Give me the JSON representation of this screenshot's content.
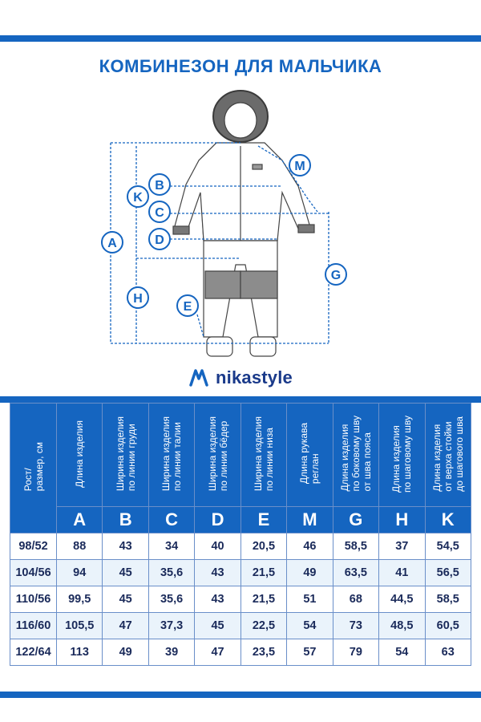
{
  "title": "КОМБИНЕЗОН ДЛЯ МАЛЬЧИКА",
  "brand": {
    "name": "nikastyle",
    "logo": "nikastyle-logo-icon"
  },
  "colors": {
    "accent": "#1565c0",
    "dark": "#1a2a5a",
    "alt_row": "#eaf3fb"
  },
  "figure_labels": [
    "A",
    "B",
    "C",
    "D",
    "E",
    "G",
    "H",
    "K",
    "M"
  ],
  "table": {
    "size_header": "Рост/\nразмер, см",
    "columns": [
      {
        "header": "Длина изделия",
        "letter": "A"
      },
      {
        "header": "Ширина изделия\nпо линии груди",
        "letter": "B"
      },
      {
        "header": "Ширина изделия\nпо линии талии",
        "letter": "C"
      },
      {
        "header": "Ширина изделия\nпо линии бёдер",
        "letter": "D"
      },
      {
        "header": "Ширина изделия\nпо линии низа",
        "letter": "E"
      },
      {
        "header": "Длина  рукава\nреглан",
        "letter": "M"
      },
      {
        "header": "Длина изделия\nпо боковому шву\nот шва пояса",
        "letter": "G"
      },
      {
        "header": "Длина изделия\nпо шаговому шву",
        "letter": "H"
      },
      {
        "header": "Длина изделия\nот верха стойки\nдо шагового шва",
        "letter": "K"
      }
    ],
    "rows": [
      {
        "size": "98/52",
        "values": [
          "88",
          "43",
          "34",
          "40",
          "20,5",
          "46",
          "58,5",
          "37",
          "54,5"
        ]
      },
      {
        "size": "104/56",
        "values": [
          "94",
          "45",
          "35,6",
          "43",
          "21,5",
          "49",
          "63,5",
          "41",
          "56,5"
        ]
      },
      {
        "size": "110/56",
        "values": [
          "99,5",
          "45",
          "35,6",
          "43",
          "21,5",
          "51",
          "68",
          "44,5",
          "58,5"
        ]
      },
      {
        "size": "116/60",
        "values": [
          "105,5",
          "47",
          "37,3",
          "45",
          "22,5",
          "54",
          "73",
          "48,5",
          "60,5"
        ]
      },
      {
        "size": "122/64",
        "values": [
          "113",
          "49",
          "39",
          "47",
          "23,5",
          "57",
          "79",
          "54",
          "63"
        ]
      }
    ]
  }
}
